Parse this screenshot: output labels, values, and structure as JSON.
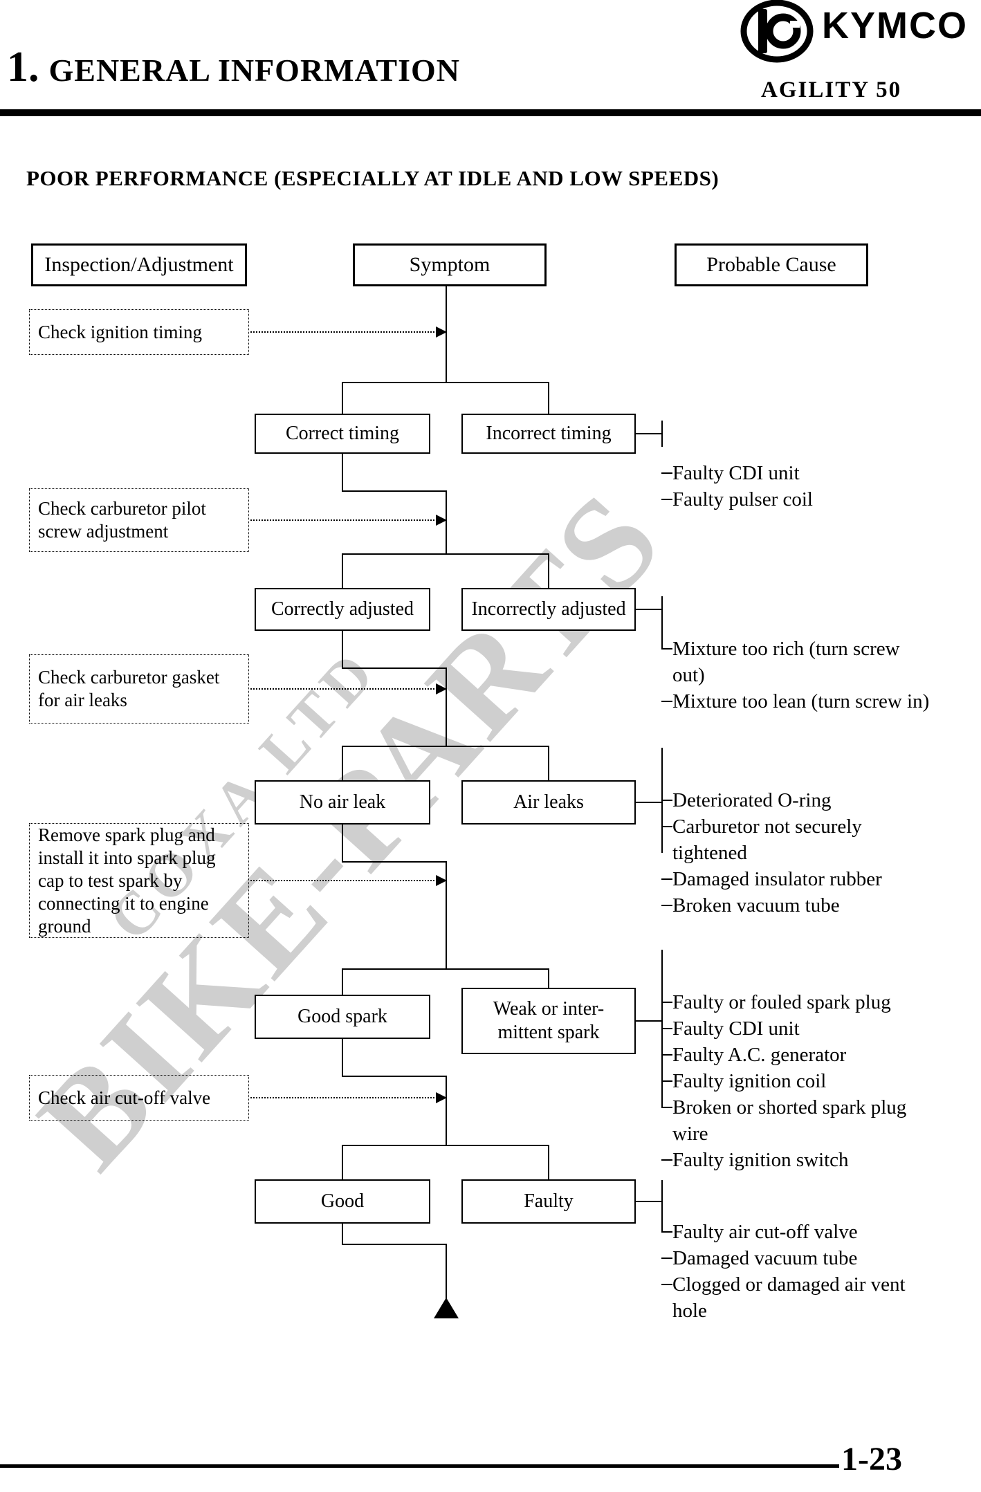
{
  "header": {
    "brand": "KYMCO",
    "chapter_number": "1.",
    "chapter_title": "GENERAL INFORMATION",
    "model": "AGILITY 50"
  },
  "page": {
    "section_title": "POOR PERFORMANCE (ESPECIALLY AT IDLE AND LOW SPEEDS)",
    "page_number": "1-23"
  },
  "watermark": {
    "line1": "BIKE-PARTS",
    "line2": "COXA LTD"
  },
  "columns": {
    "inspection": "Inspection/Adjustment",
    "symptom": "Symptom",
    "cause": "Probable Cause"
  },
  "rows": [
    {
      "inspection": "Check ignition timing",
      "left": "Correct timing",
      "right": "Incorrect timing",
      "causes": [
        "Faulty CDI unit",
        "Faulty pulser coil"
      ]
    },
    {
      "inspection": "Check carburetor pilot\nscrew adjustment",
      "left": "Correctly adjusted",
      "right": "Incorrectly adjusted",
      "causes": [
        "Mixture too rich (turn screw\nout)",
        "Mixture too lean (turn screw in)"
      ]
    },
    {
      "inspection": "Check carburetor gasket\nfor air leaks",
      "left": "No air leak",
      "right": "Air leaks",
      "causes": [
        "Deteriorated O-ring",
        "Carburetor not securely\ntightened",
        "Damaged insulator rubber",
        "Broken vacuum tube"
      ]
    },
    {
      "inspection": "Remove spark plug and\ninstall it into spark plug\ncap to test spark by\nconnecting it to engine\nground",
      "left": "Good spark",
      "right": "Weak or inter-\nmittent spark",
      "causes": [
        "Faulty or fouled spark plug",
        "Faulty CDI unit",
        "Faulty A.C. generator",
        "Faulty ignition coil",
        "Broken or shorted spark plug\nwire",
        "Faulty ignition switch"
      ]
    },
    {
      "inspection": "Check air cut-off valve",
      "left": "Good",
      "right": "Faulty",
      "causes": [
        "Faulty air cut-off valve",
        "Damaged vacuum tube",
        "Clogged or damaged air vent\nhole"
      ]
    }
  ]
}
